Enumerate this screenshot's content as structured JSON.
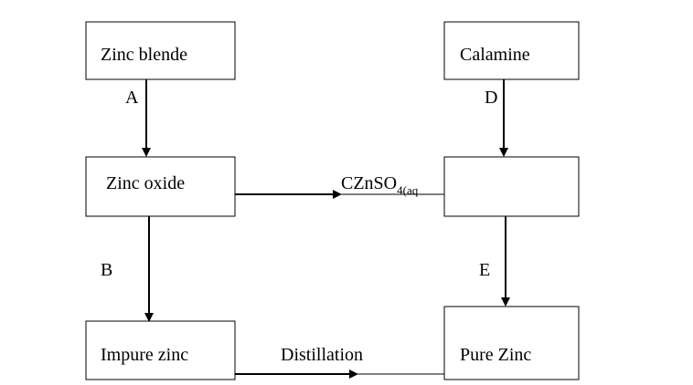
{
  "nodes": {
    "zinc_blende": "Zinc blende",
    "zinc_oxide": "Zinc oxide",
    "impure_zinc": "Impure zinc",
    "calamine": "Calamine",
    "blank": "",
    "pure_zinc": "Pure Zinc"
  },
  "edges": {
    "a": "A",
    "b": "B",
    "d": "D",
    "e": "E",
    "distillation": "Distillation",
    "solution_main": "CZnSO",
    "solution_sub": "4(aq"
  },
  "colors": {
    "stroke": "#000000",
    "background": "#ffffff"
  }
}
